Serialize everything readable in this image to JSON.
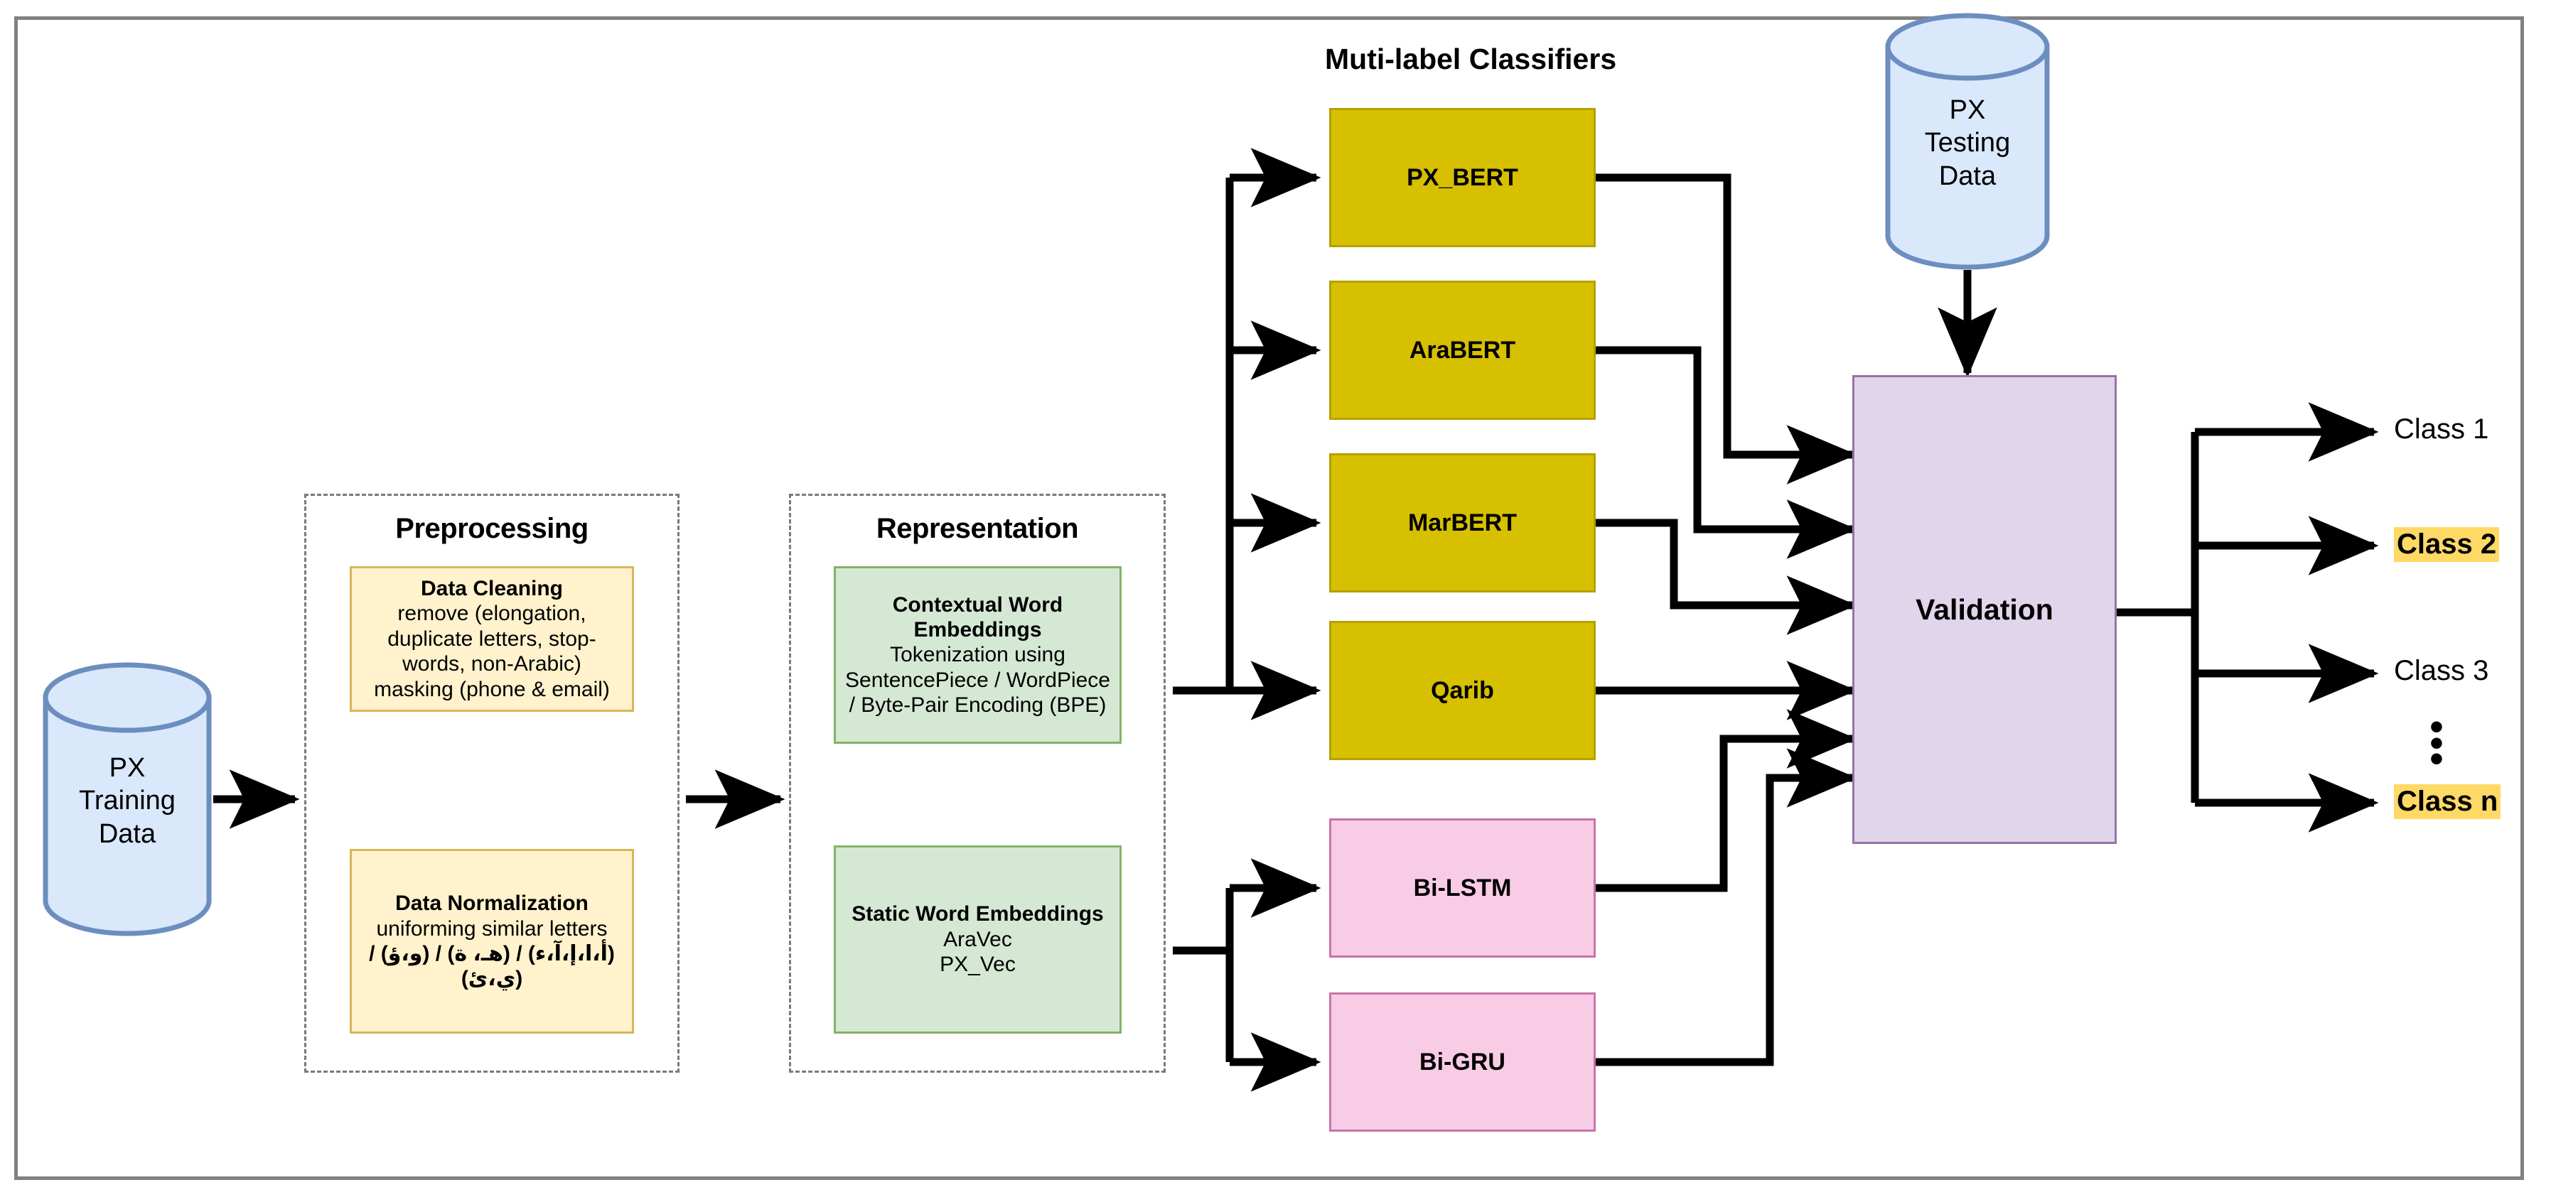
{
  "diagram": {
    "title_classifiers": "Muti-label Classifiers",
    "stages": {
      "preprocessing": {
        "title": "Preprocessing",
        "items": [
          {
            "name": "Data Cleaning",
            "detail": "remove (elongation, duplicate letters, stop-words, non-Arabic) masking (phone & email)",
            "lines": [
              "remove (elongation,",
              "duplicate letters, stop-",
              "words, non-Arabic)",
              "masking (phone & email)"
            ]
          },
          {
            "name": "Data Normalization",
            "detail": "uniforming similar letters",
            "lines": [
              "uniforming similar letters",
              "(أ،ا،إ،آ،ء) / (هـ، ة) / (و،ؤ) /",
              "(ي،ئ)"
            ]
          }
        ]
      },
      "representation": {
        "title": "Representation",
        "items": [
          {
            "name": "Contextual Word Embeddings",
            "lines": [
              "Tokenization using",
              "SentencePiece / WordPiece",
              "/ Byte-Pair Encoding (BPE)"
            ]
          },
          {
            "name": "Static Word Embeddings",
            "lines": [
              "AraVec",
              "PX_Vec"
            ]
          }
        ]
      }
    },
    "sources": {
      "training": {
        "lines": [
          "PX",
          "Training",
          "Data"
        ],
        "text": "PX Training Data"
      },
      "testing": {
        "lines": [
          "PX",
          "Testing",
          "Data"
        ],
        "text": "PX Testing Data"
      }
    },
    "classifiers": {
      "transformers": [
        "PX_BERT",
        "AraBERT",
        "MarBERT",
        "Qarib"
      ],
      "recurrent": [
        "Bi-LSTM",
        "Bi-GRU"
      ]
    },
    "validation": {
      "label": "Validation"
    },
    "outputs": [
      {
        "label": "Class 1",
        "highlighted": false
      },
      {
        "label": "Class 2",
        "highlighted": true
      },
      {
        "label": "Class 3",
        "highlighted": false
      },
      {
        "label": "Class n",
        "highlighted": true
      }
    ],
    "ellipsis": "•\n•\n•",
    "colors": {
      "frame": "#808080",
      "cylinder_fill": "#dae8fc",
      "cylinder_stroke": "#6c8ebf",
      "preprocess_fill": "#fff2cc",
      "preprocess_stroke": "#d6b656",
      "representation_fill": "#d5e8d4",
      "representation_stroke": "#82b366",
      "transformer_fill": "#d6c000",
      "transformer_stroke": "#b5a100",
      "recurrent_fill": "#f8cce4",
      "recurrent_stroke": "#c973a8",
      "validation_fill": "#e1d5ec",
      "validation_stroke": "#9673a6",
      "highlight": "#ffd966",
      "wire": "#000000"
    }
  }
}
